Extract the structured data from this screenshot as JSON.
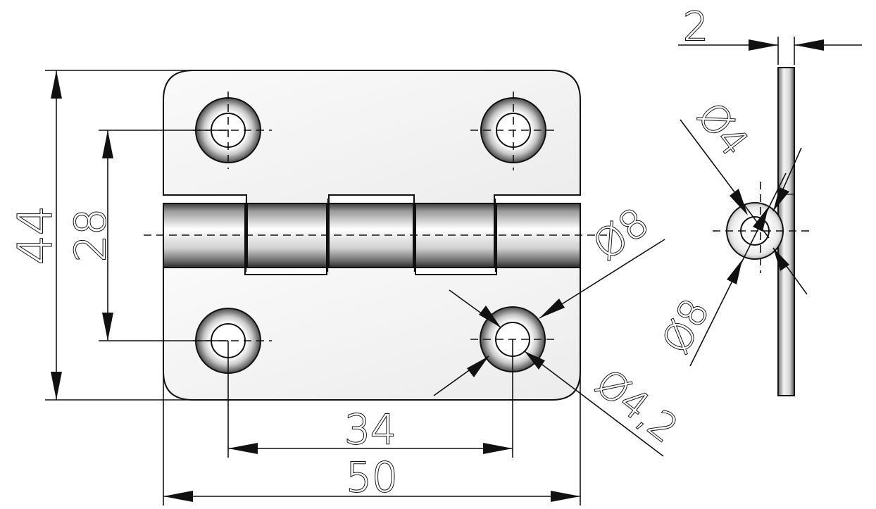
{
  "dimensions": {
    "height_total": "44",
    "hole_spacing_vertical": "28",
    "hole_spacing_horizontal": "34",
    "width_total": "50",
    "thickness": "2",
    "knuckle_diameter_front": "Ø8",
    "hole_diameter": "Ø4,2",
    "pin_diameter": "Ø4",
    "knuckle_diameter_side": "Ø8"
  },
  "colors": {
    "line": "#111111",
    "plate_fill": "#f2f2f2",
    "background": "#ffffff"
  }
}
